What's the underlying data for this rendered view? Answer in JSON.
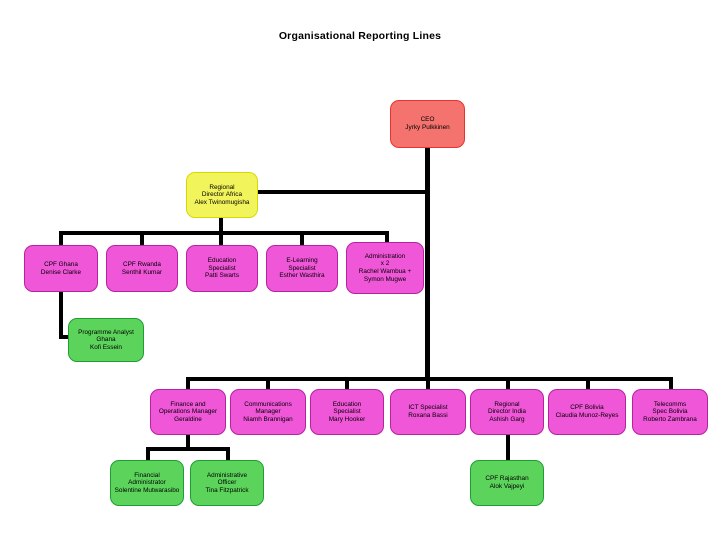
{
  "slide": {
    "title": "Organisational Reporting Lines",
    "background": "#ffffff"
  },
  "colors": {
    "ceo_fill": "#f4736e",
    "ceo_border": "#e8332c",
    "regional_fill": "#f2f45c",
    "regional_border": "#d8d800",
    "staff_fill": "#f056d8",
    "staff_border": "#b5239e",
    "support_fill": "#5cd45c",
    "support_border": "#1e9e32",
    "connector": "#000000"
  },
  "nodes": {
    "ceo": {
      "title": "CEO",
      "person": "Jyrky Pulkkinen"
    },
    "regional_director_africa": {
      "title": "Regional",
      "title2": "Director Africa",
      "person": "Alex Twinomugisha"
    },
    "cpf_ghana": {
      "title": "CPF Ghana",
      "person": "Denise Clarke"
    },
    "cpf_rwanda": {
      "title": "CPF Rwanda",
      "person": "Senthil Kumar"
    },
    "education_specialist_africa": {
      "title": "Education",
      "title2": "Specialist",
      "person": "Patti Swarts"
    },
    "elearning_specialist": {
      "title": "E-Learning",
      "title2": "Specialist",
      "person": "Esther Wasthira"
    },
    "administration": {
      "title": "Administration",
      "title2": "x 2",
      "person": "Rachel Wambua +",
      "person2": "Symon Mugwe"
    },
    "programme_analyst_ghana": {
      "title": "Programme Analyst",
      "title2": "Ghana",
      "person": "Kofi Essein"
    },
    "finance_operations_manager": {
      "title": "Finance and",
      "title2": "Operations Manager",
      "person": "Geraldine"
    },
    "communications_manager": {
      "title": "Communications",
      "title2": "Manager",
      "person": "Niamh Brannigan"
    },
    "education_specialist_global": {
      "title": "Education",
      "title2": "Specialist",
      "person": "Mary Hooker"
    },
    "ict_specialist": {
      "title": "ICT Specialist",
      "person": "Roxana Bassi"
    },
    "regional_director_india": {
      "title": "Regional",
      "title2": "Director India",
      "person": "Ashish Garg"
    },
    "cpf_bolivia": {
      "title": "CPF Bolivia",
      "person": "Claudia Munoz-Reyes"
    },
    "telecomms_spec_bolivia": {
      "title": "Telecomms",
      "title2": "Spec Bolivia",
      "person": "Roberto Zambrana"
    },
    "financial_administrator": {
      "title": "Financial",
      "title2": "Administrator",
      "person": "Solentine Mutwarasibo"
    },
    "administrative_officer": {
      "title": "Administrative",
      "title2": "Officer",
      "person": "Tina Fitzpatrick"
    },
    "cpf_rajasthan": {
      "title": "CPF Rajasthan",
      "person": "Alok Vajpeyi"
    }
  },
  "chart_data": {
    "type": "diagram",
    "diagram_type": "organisational-chart",
    "title": "Organisational Reporting Lines",
    "levels": [
      {
        "level": 0,
        "nodes": [
          "ceo"
        ]
      },
      {
        "level": 1,
        "nodes": [
          "regional_director_africa"
        ]
      },
      {
        "level": 2,
        "nodes": [
          "cpf_ghana",
          "cpf_rwanda",
          "education_specialist_africa",
          "elearning_specialist",
          "administration"
        ]
      },
      {
        "level": 3,
        "nodes": [
          "programme_analyst_ghana"
        ]
      },
      {
        "level": 4,
        "nodes": [
          "finance_operations_manager",
          "communications_manager",
          "education_specialist_global",
          "ict_specialist",
          "regional_director_india",
          "cpf_bolivia",
          "telecomms_spec_bolivia"
        ]
      },
      {
        "level": 5,
        "nodes": [
          "financial_administrator",
          "administrative_officer",
          "cpf_rajasthan"
        ]
      }
    ],
    "edges": [
      {
        "from": "ceo",
        "to": "regional_director_africa"
      },
      {
        "from": "regional_director_africa",
        "to": "cpf_ghana"
      },
      {
        "from": "regional_director_africa",
        "to": "cpf_rwanda"
      },
      {
        "from": "regional_director_africa",
        "to": "education_specialist_africa"
      },
      {
        "from": "regional_director_africa",
        "to": "elearning_specialist"
      },
      {
        "from": "regional_director_africa",
        "to": "administration"
      },
      {
        "from": "cpf_ghana",
        "to": "programme_analyst_ghana"
      },
      {
        "from": "ceo",
        "to": "finance_operations_manager"
      },
      {
        "from": "ceo",
        "to": "communications_manager"
      },
      {
        "from": "ceo",
        "to": "education_specialist_global"
      },
      {
        "from": "ceo",
        "to": "ict_specialist"
      },
      {
        "from": "ceo",
        "to": "regional_director_india"
      },
      {
        "from": "ceo",
        "to": "cpf_bolivia"
      },
      {
        "from": "ceo",
        "to": "telecomms_spec_bolivia"
      },
      {
        "from": "finance_operations_manager",
        "to": "financial_administrator"
      },
      {
        "from": "finance_operations_manager",
        "to": "administrative_officer"
      },
      {
        "from": "regional_director_india",
        "to": "cpf_rajasthan"
      }
    ]
  }
}
